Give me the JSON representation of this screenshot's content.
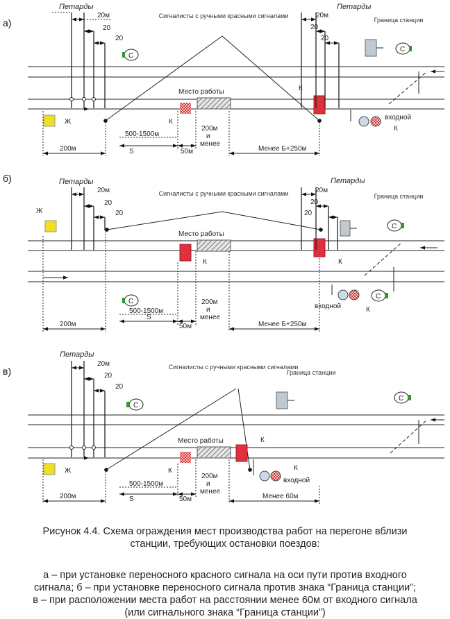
{
  "sections": [
    {
      "letter": "а)",
      "petardy_left": "Петарды",
      "petardy_right": "Петарды",
      "d20m_left": "20м",
      "d20_left_a": "20",
      "d20_left_b": "20",
      "d20m_right": "20м",
      "d20_right_a": "20",
      "d20_right_b": "20",
      "signalmen": "Сигналисты с ручными красными сигналами",
      "border": "Граница станции",
      "work_place": "Место работы",
      "k1": "К",
      "k2": "К",
      "k3": "К",
      "zh": "Ж",
      "s": "С",
      "d500": "500-1500м",
      "S": "S",
      "d50": "50м",
      "d200": "200м",
      "d200b": "и",
      "d200c": "менее",
      "d200left": "200м",
      "less": "Менее Б+250м",
      "entry": "входной"
    },
    {
      "letter": "б)",
      "petardy_left": "Петарды",
      "petardy_right": "Петарды",
      "d20m_left": "20м",
      "d20_left_a": "20",
      "d20_left_b": "20",
      "d20m_right": "20м",
      "d20_right_a": "20",
      "d20_right_b": "20",
      "signalmen": "Сигналисты с ручными красными сигналами",
      "border": "Граница станции",
      "work_place": "Место работы",
      "k1": "К",
      "k2": "К",
      "k3": "К",
      "zh": "Ж",
      "s": "С",
      "s2": "С",
      "s3": "С",
      "d500": "500-1500м",
      "S": "S",
      "d50": "50м",
      "d200": "200м",
      "d200b": "и",
      "d200c": "менее",
      "d200left": "200м",
      "less": "Менее Б+250м",
      "entry": "входной"
    },
    {
      "letter": "в)",
      "petardy_left": "Петарды",
      "d20m_left": "20м",
      "d20_left_a": "20",
      "d20_left_b": "20",
      "signalmen": "Сигналисты с ручными красными сигналами",
      "border": "Граница станции",
      "work_place": "Место работы",
      "k1": "К",
      "k2": "К",
      "k3": "К",
      "zh": "Ж",
      "s": "С",
      "s2": "С",
      "d500": "500-1500м",
      "S": "S",
      "d50": "50м",
      "d200": "200м",
      "d200b": "и",
      "d200c": "менее",
      "d200left": "200м",
      "less": "Менее 60м",
      "entry": "входной"
    }
  ],
  "caption": {
    "title_line1": "Рисунок 4.4. Схема ограждения мест производства работ на перегоне вблизи",
    "title_line2": "станции, требующих остановки поездов:",
    "body_line1": "а – при установке переносного красного сигнала на оси пути против входного",
    "body_line2": "сигнала; б – при установке переносного сигнала против знака “Граница станции”;",
    "body_line3": "в – при расположении места работ на расстоянии менее 60м от входного сигнала",
    "body_line4": "(или сигнального знака “Граница станции”)"
  },
  "colors": {
    "portable_red": "#e03040",
    "yellow_sign": "#f0e020",
    "green_lens": "#2e9a2e",
    "hatch": "#888888",
    "border_sign": "#c0c8d0"
  }
}
